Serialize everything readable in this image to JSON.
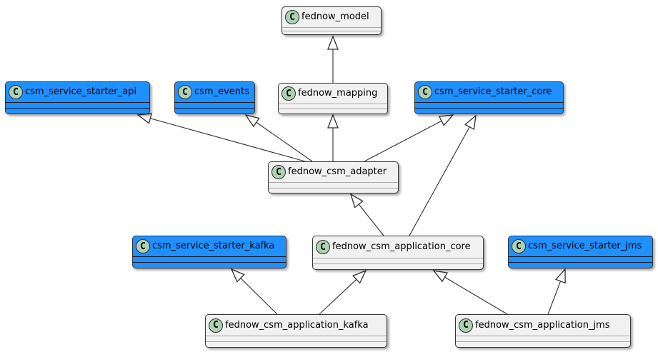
{
  "diagram": {
    "type": "uml-class-dependency-diagram",
    "badge_letter": "C",
    "colors": {
      "highlight_fill": "#1E90FF",
      "default_fill": "#F1F1F1",
      "badge_fill": "#ADD1B2",
      "border": "#363636",
      "edge_line": "#2f2f2f"
    },
    "nodes": [
      {
        "id": "fednow_model",
        "label": "fednow_model",
        "variant": "default"
      },
      {
        "id": "csm_service_starter_api",
        "label": "csm_service_starter_api",
        "variant": "highlight"
      },
      {
        "id": "csm_events",
        "label": "csm_events",
        "variant": "highlight"
      },
      {
        "id": "fednow_mapping",
        "label": "fednow_mapping",
        "variant": "default"
      },
      {
        "id": "csm_service_starter_core",
        "label": "csm_service_starter_core",
        "variant": "highlight"
      },
      {
        "id": "fednow_csm_adapter",
        "label": "fednow_csm_adapter",
        "variant": "default"
      },
      {
        "id": "csm_service_starter_kafka",
        "label": "csm_service_starter_kafka",
        "variant": "highlight"
      },
      {
        "id": "fednow_csm_application_core",
        "label": "fednow_csm_application_core",
        "variant": "default"
      },
      {
        "id": "csm_service_starter_jms",
        "label": "csm_service_starter_jms",
        "variant": "highlight"
      },
      {
        "id": "fednow_csm_application_kafka",
        "label": "fednow_csm_application_kafka",
        "variant": "default"
      },
      {
        "id": "fednow_csm_application_jms",
        "label": "fednow_csm_application_jms",
        "variant": "default"
      }
    ],
    "edges": [
      {
        "from": "fednow_mapping",
        "to": "fednow_model",
        "type": "hollow-triangle"
      },
      {
        "from": "fednow_csm_adapter",
        "to": "csm_service_starter_api",
        "type": "hollow-triangle"
      },
      {
        "from": "fednow_csm_adapter",
        "to": "csm_events",
        "type": "hollow-triangle"
      },
      {
        "from": "fednow_csm_adapter",
        "to": "fednow_mapping",
        "type": "hollow-triangle"
      },
      {
        "from": "fednow_csm_adapter",
        "to": "csm_service_starter_core",
        "type": "hollow-triangle"
      },
      {
        "from": "fednow_csm_application_core",
        "to": "csm_service_starter_core",
        "type": "hollow-triangle"
      },
      {
        "from": "fednow_csm_application_core",
        "to": "fednow_csm_adapter",
        "type": "hollow-triangle"
      },
      {
        "from": "fednow_csm_application_kafka",
        "to": "csm_service_starter_kafka",
        "type": "hollow-triangle"
      },
      {
        "from": "fednow_csm_application_kafka",
        "to": "fednow_csm_application_core",
        "type": "hollow-triangle"
      },
      {
        "from": "fednow_csm_application_jms",
        "to": "fednow_csm_application_core",
        "type": "hollow-triangle"
      },
      {
        "from": "fednow_csm_application_jms",
        "to": "csm_service_starter_jms",
        "type": "hollow-triangle"
      }
    ]
  }
}
